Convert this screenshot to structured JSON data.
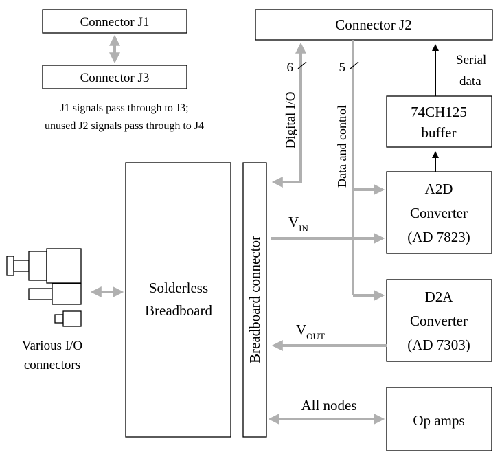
{
  "connectors": {
    "j1": "Connector J1",
    "j3": "Connector J3",
    "j2": "Connector J2"
  },
  "passthrough_note": {
    "line1": "J1 signals pass through to J3;",
    "line2": "unused J2 signals pass through to J4"
  },
  "blocks": {
    "buffer": [
      "74CH125",
      "buffer"
    ],
    "a2d": [
      "A2D",
      "Converter",
      "(AD 7823)"
    ],
    "d2a": [
      "D2A",
      "Converter",
      "(AD 7303)"
    ],
    "op_amps": "Op amps",
    "breadboard": [
      "Solderless",
      "Breadboard"
    ],
    "breadboard_connector": "Breadboard connector"
  },
  "signals": {
    "digital_io": "Digital I/O",
    "digital_io_width": "6",
    "data_control": "Data and control",
    "data_control_width": "5",
    "serial_data": [
      "Serial",
      "data"
    ],
    "vin": {
      "main": "V",
      "sub": "IN"
    },
    "vout": {
      "main": "V",
      "sub": "OUT"
    },
    "all_nodes": "All nodes"
  },
  "io_connectors_label": [
    "Various I/O",
    "connectors"
  ],
  "colors": {
    "line": "#000000",
    "arrow_gray": "#b0b0b0"
  }
}
